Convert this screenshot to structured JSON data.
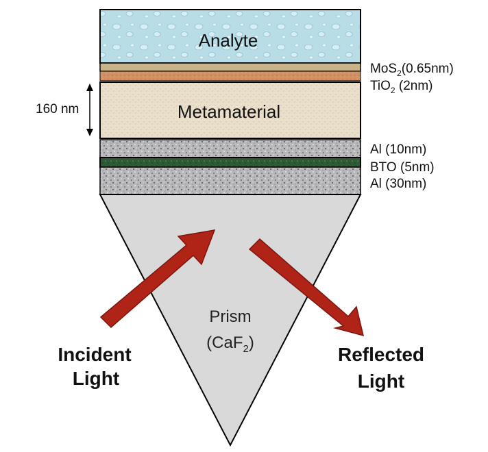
{
  "layers": {
    "analyte": {
      "label": "Analyte",
      "color": "#b7dce6"
    },
    "mos2": {
      "label_main": "MoS",
      "label_sub": "2",
      "label_rest": "(0.65nm)",
      "color": "#c9b48a"
    },
    "tio2": {
      "label_main": "TiO",
      "label_sub": "2",
      "label_rest": " (2nm)",
      "color": "#cf8f62"
    },
    "metamaterial": {
      "label": "Metamaterial",
      "color": "#e9dcc4"
    },
    "al_top": {
      "label": "Al (10nm)",
      "color": "#b9b9bb"
    },
    "bto": {
      "label": "BTO (5nm)",
      "color": "#2f5a36"
    },
    "al_bottom": {
      "label": "Al (30nm)",
      "color": "#b3b3b5"
    }
  },
  "dimension": {
    "label": "160 nm"
  },
  "prism": {
    "line1": "Prism",
    "line2_main": "(CaF",
    "line2_sub": "2",
    "line2_end": ")",
    "color": "#d9d9d9"
  },
  "incident": {
    "line1": "Incident",
    "line2": "Light"
  },
  "reflected": {
    "line1": "Reflected",
    "line2": "Light"
  },
  "arrow_color": "#b02418"
}
